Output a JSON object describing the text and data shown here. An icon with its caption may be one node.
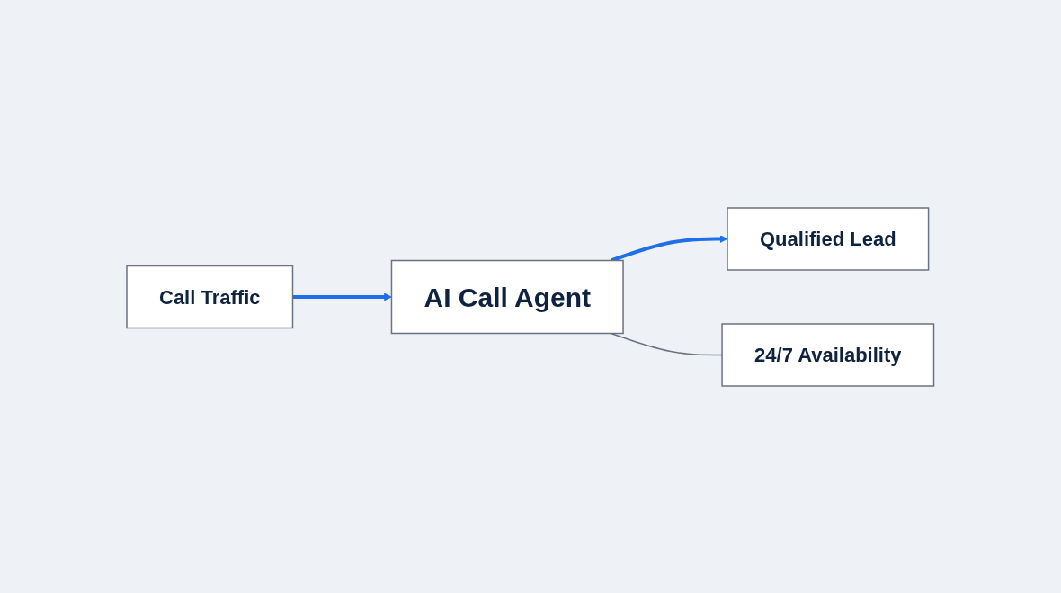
{
  "diagram": {
    "nodes": [
      {
        "text": [
          "Call Traffic"
        ]
      },
      {
        "text": [
          "AI Call Agent"
        ]
      },
      {
        "text": [
          "Qualified Lead"
        ]
      },
      {
        "text": [
          "24/7 Availability"
        ]
      }
    ],
    "edges": [
      {
        "from": 0,
        "to": 1,
        "arrow": "to"
      },
      {
        "from": 1,
        "to": 2,
        "arrow": "to"
      },
      {
        "from": 1,
        "to": 3,
        "arrow": "none",
        "color": "#6b7280"
      }
    ]
  }
}
